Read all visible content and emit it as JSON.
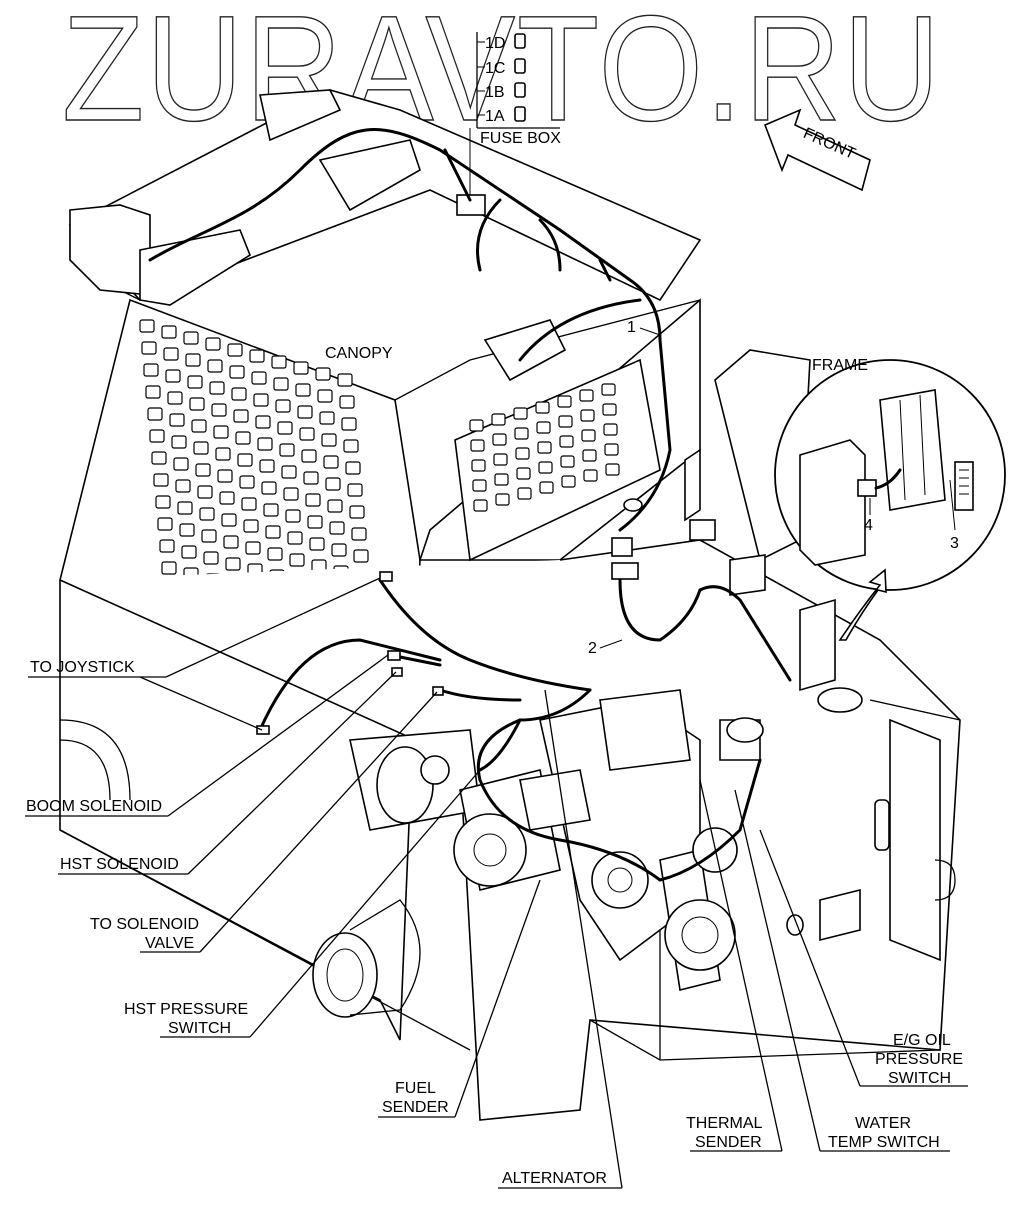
{
  "watermark": "ZURAVTO.RU",
  "fuse_box": {
    "title": "FUSE BOX",
    "fuses": [
      "1D",
      "1C",
      "1B",
      "1A"
    ]
  },
  "front_arrow": "FRONT",
  "callouts": {
    "canopy": "CANOPY",
    "frame": "FRAME",
    "harness_1": "1",
    "harness_2": "2",
    "detail_3": "3",
    "detail_4": "4"
  },
  "labels": {
    "to_joystick": "TO JOYSTICK",
    "boom_solenoid": "BOOM SOLENOID",
    "hst_solenoid": "HST SOLENOID",
    "to_solenoid_valve": [
      "TO SOLENOID",
      "VALVE"
    ],
    "hst_pressure_switch": [
      "HST PRESSURE",
      "SWITCH"
    ],
    "fuel_sender": [
      "FUEL",
      "SENDER"
    ],
    "alternator": "ALTERNATOR",
    "thermal_sender": [
      "THERMAL",
      "SENDER"
    ],
    "water_temp_switch": [
      "WATER",
      "TEMP SWITCH"
    ],
    "eg_oil_pressure_switch": [
      "E/G OIL",
      "PRESSURE",
      "SWITCH"
    ]
  }
}
